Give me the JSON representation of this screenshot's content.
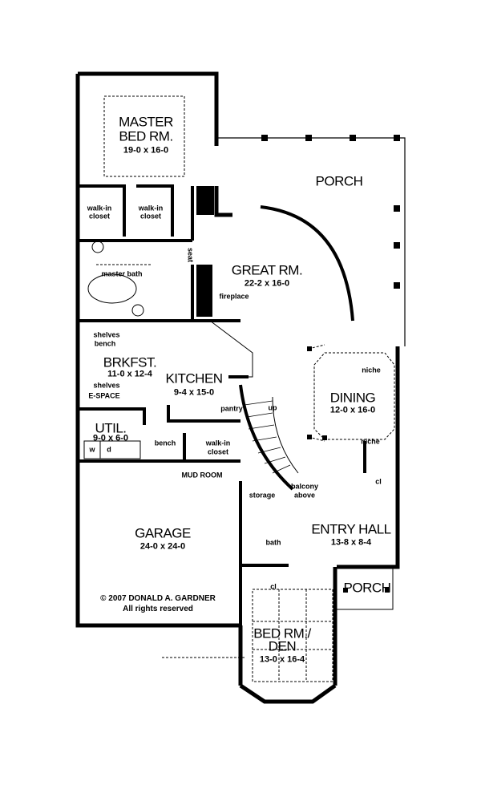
{
  "rooms": {
    "master": {
      "name_line1": "MASTER",
      "name_line2": "BED RM.",
      "dims": "19-0 x 16-0"
    },
    "closet1": {
      "line1": "walk-in",
      "line2": "closet"
    },
    "closet2": {
      "line1": "walk-in",
      "line2": "closet"
    },
    "master_bath": "master bath",
    "seat": "seat",
    "fireplace": "fireplace",
    "porch_rear": "PORCH",
    "great": {
      "name": "GREAT RM.",
      "dims": "22-2 x 16-0"
    },
    "brkfst": {
      "name": "BRKFST.",
      "dims": "11-0 x 12-4",
      "shelves1": "shelves",
      "bench": "bench",
      "shelves2": "shelves",
      "espace": "E-SPACE"
    },
    "kitchen": {
      "name": "KITCHEN",
      "dims": "9-4 x 15-0",
      "pantry": "pantry"
    },
    "stairs_up": "up",
    "util": {
      "name": "UTIL.",
      "dims": "9-0 x 6-0",
      "washer": "w",
      "dryer": "d"
    },
    "mud": {
      "bench": "bench",
      "closet_line1": "walk-in",
      "closet_line2": "closet",
      "name": "MUD ROOM"
    },
    "dining": {
      "name": "DINING",
      "dims": "12-0 x 16-0",
      "niche1": "niche",
      "niche2": "niche"
    },
    "entry_cl": "cl",
    "balcony": {
      "line1": "balcony",
      "line2": "above"
    },
    "storage": "storage",
    "bath": "bath",
    "entry": {
      "name": "ENTRY HALL",
      "dims": "13-8 x 8-4"
    },
    "porch_front": "PORCH",
    "den_cl": "cl",
    "den": {
      "name_line1": "BED RM./",
      "name_line2": "DEN",
      "dims": "13-0 x 16-4"
    },
    "garage": {
      "name": "GARAGE",
      "dims": "24-0 x 24-0"
    }
  },
  "copyright": {
    "line1": "© 2007 DONALD A. GARDNER",
    "line2": "All rights reserved"
  }
}
